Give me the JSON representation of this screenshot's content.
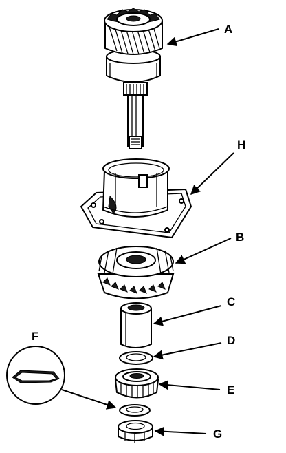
{
  "labels": {
    "A": "A",
    "B": "B",
    "C": "C",
    "D": "D",
    "E": "E",
    "F": "F",
    "G": "G",
    "H": "H"
  },
  "icons": {
    "arrowhead": "filled-triangle-arrow"
  },
  "colors": {
    "line": "#000000",
    "background": "#ffffff"
  }
}
